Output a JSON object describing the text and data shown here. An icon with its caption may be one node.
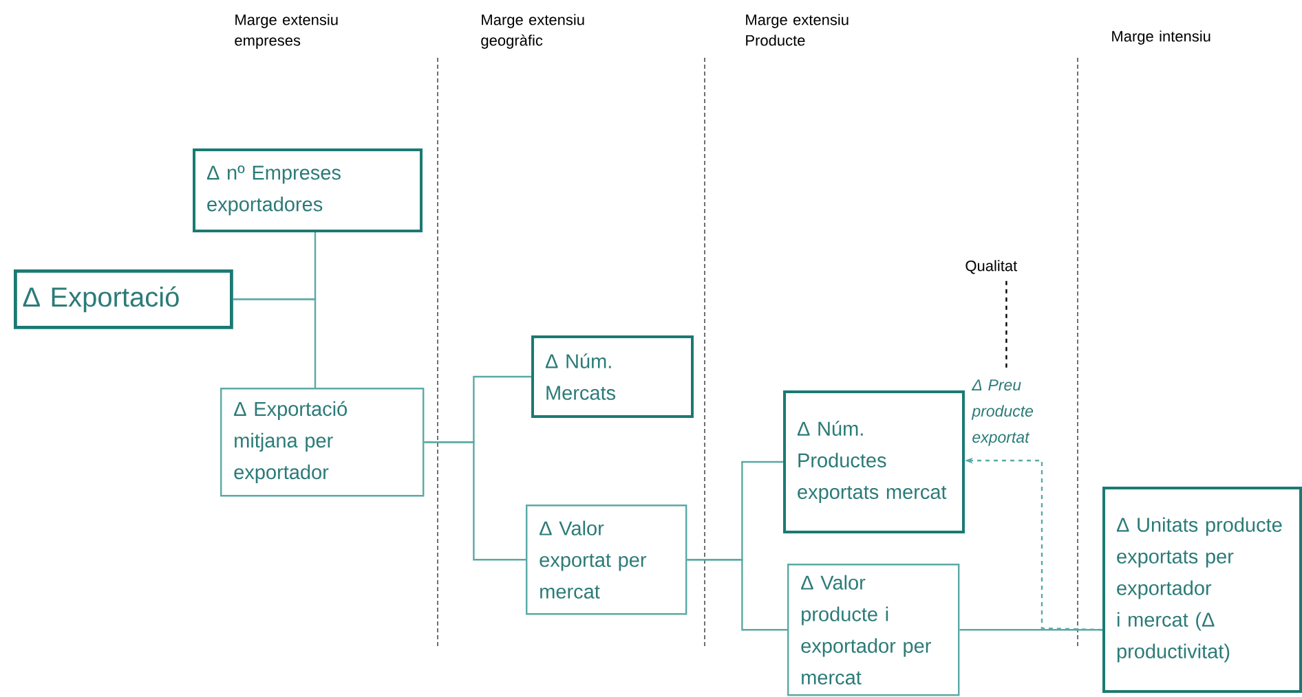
{
  "diagram": {
    "nodes": [
      {
        "text": [
          "Δ nº Empreses exportadores"
        ]
      },
      {
        "text": [
          "Δ Exportació"
        ]
      },
      {
        "text": [
          "Δ Exportació mitjana per exportador"
        ]
      },
      {
        "text": [
          "Δ Núm. Mercats"
        ]
      },
      {
        "text": [
          "Δ Valor exportat per mercat"
        ]
      },
      {
        "text": [
          "Δ Núm. Productes exportats mercat"
        ]
      },
      {
        "text": [
          "Δ Valor producte i exportador per mercat"
        ]
      },
      {
        "text": [
          "Δ Unitats producte exportats per exportador i mercat (Δ productivitat)"
        ]
      },
      {
        "text": [
          "Qualitat"
        ]
      },
      {
        "text": [
          "Δ Preu producte exportat"
        ]
      }
    ],
    "edges": [
      {
        "from": 1,
        "to": 0,
        "arrow": "none"
      },
      {
        "from": 1,
        "to": 2,
        "arrow": "none"
      },
      {
        "from": 2,
        "to": 3,
        "arrow": "none"
      },
      {
        "from": 2,
        "to": 4,
        "arrow": "none"
      },
      {
        "from": 4,
        "to": 5,
        "arrow": "none"
      },
      {
        "from": 4,
        "to": 6,
        "arrow": "none"
      },
      {
        "from": 6,
        "to": 7,
        "arrow": "none"
      },
      {
        "from": 7,
        "to": 5,
        "arrow": "to",
        "style": "dashed"
      },
      {
        "from": 8,
        "to": 9,
        "arrow": "none",
        "style": "dashed",
        "color": "#000000"
      }
    ],
    "labels": [
      "Marge extensiu empreses",
      "Marge extensiu geogràfic",
      "Marge extensiu Producte",
      "Marge intensiu"
    ]
  }
}
